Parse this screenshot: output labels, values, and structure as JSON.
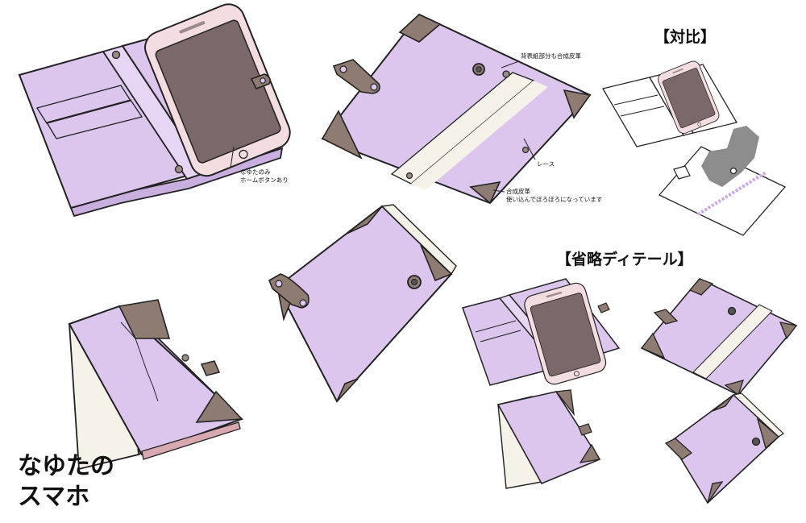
{
  "labels": {
    "home_button_note_1": "なゆたのみ",
    "home_button_note_2": "ホームボタンあり",
    "back_cover_note": "背表紙部分も合成皮革",
    "lace_note": "レース",
    "leather_note_1": "合成皮革",
    "leather_note_2": "使い込んでぼろぼろになっています",
    "comparison_heading": "【対比】",
    "simplified_heading": "【省略ディテール】",
    "title_line_1": "なゆたの",
    "title_line_2": "スマホ"
  },
  "colors": {
    "lilac": "#dcc6ee",
    "lilac_dark": "#c8afe0",
    "leather": "#8e7b72",
    "leather_dark": "#6e5d56",
    "lace": "#f5f2ea",
    "screen": "#7a6968",
    "phone_frame": "#f3dde0",
    "phone_edge": "#d9a9b2",
    "outline": "#222222",
    "glove": "#8c8c8c"
  }
}
